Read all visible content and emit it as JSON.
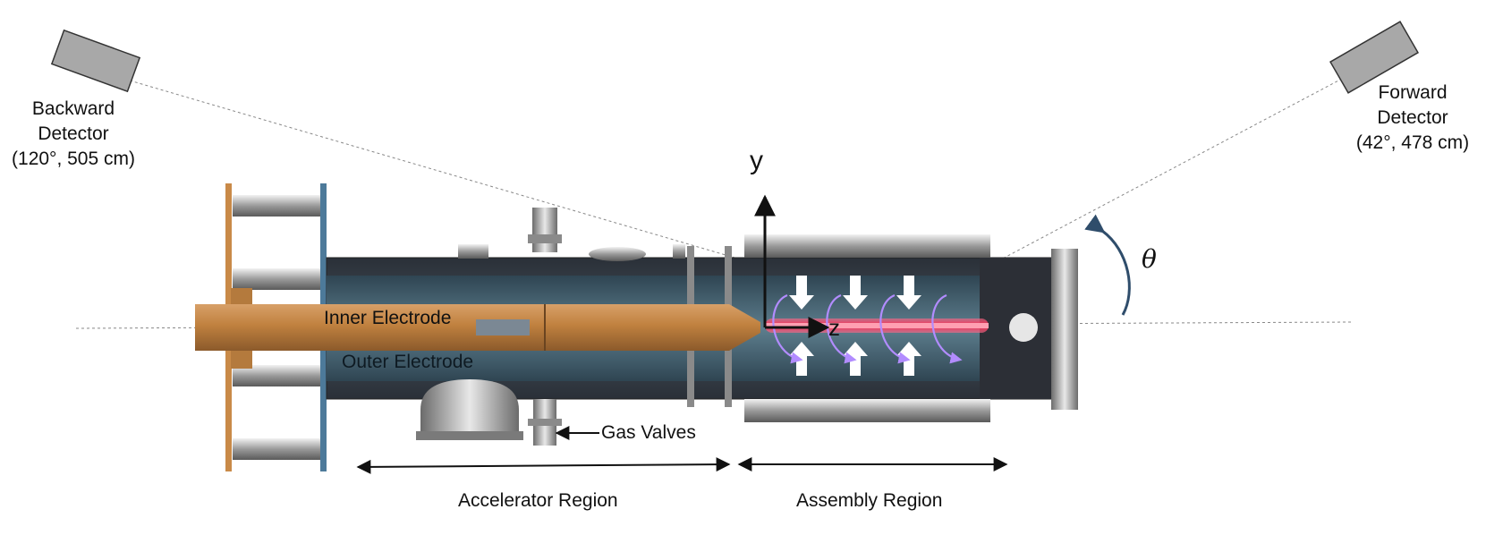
{
  "labels": {
    "backward_detector": {
      "line1": "Backward",
      "line2": "Detector",
      "line3": "(120°, 505 cm)"
    },
    "forward_detector": {
      "line1": "Forward",
      "line2": "Detector",
      "line3": "(42°, 478 cm)"
    },
    "inner_electrode": "Inner Electrode",
    "outer_electrode": "Outer Electrode",
    "gas_valves": "Gas Valves",
    "accelerator_region": "Accelerator Region",
    "assembly_region": "Assembly Region",
    "axis_y": "y",
    "axis_z": "z",
    "theta": "θ"
  },
  "colors": {
    "copper": "#b87a3a",
    "copper_light": "#d39a5c",
    "chamber_dark": "#3d4550",
    "electrode_teal": "#4f6f80",
    "plasma": "#ff2d55",
    "swirl": "#b28cff",
    "detector": "#a8a8a8",
    "accent_arrow": "#2f4d6b"
  }
}
